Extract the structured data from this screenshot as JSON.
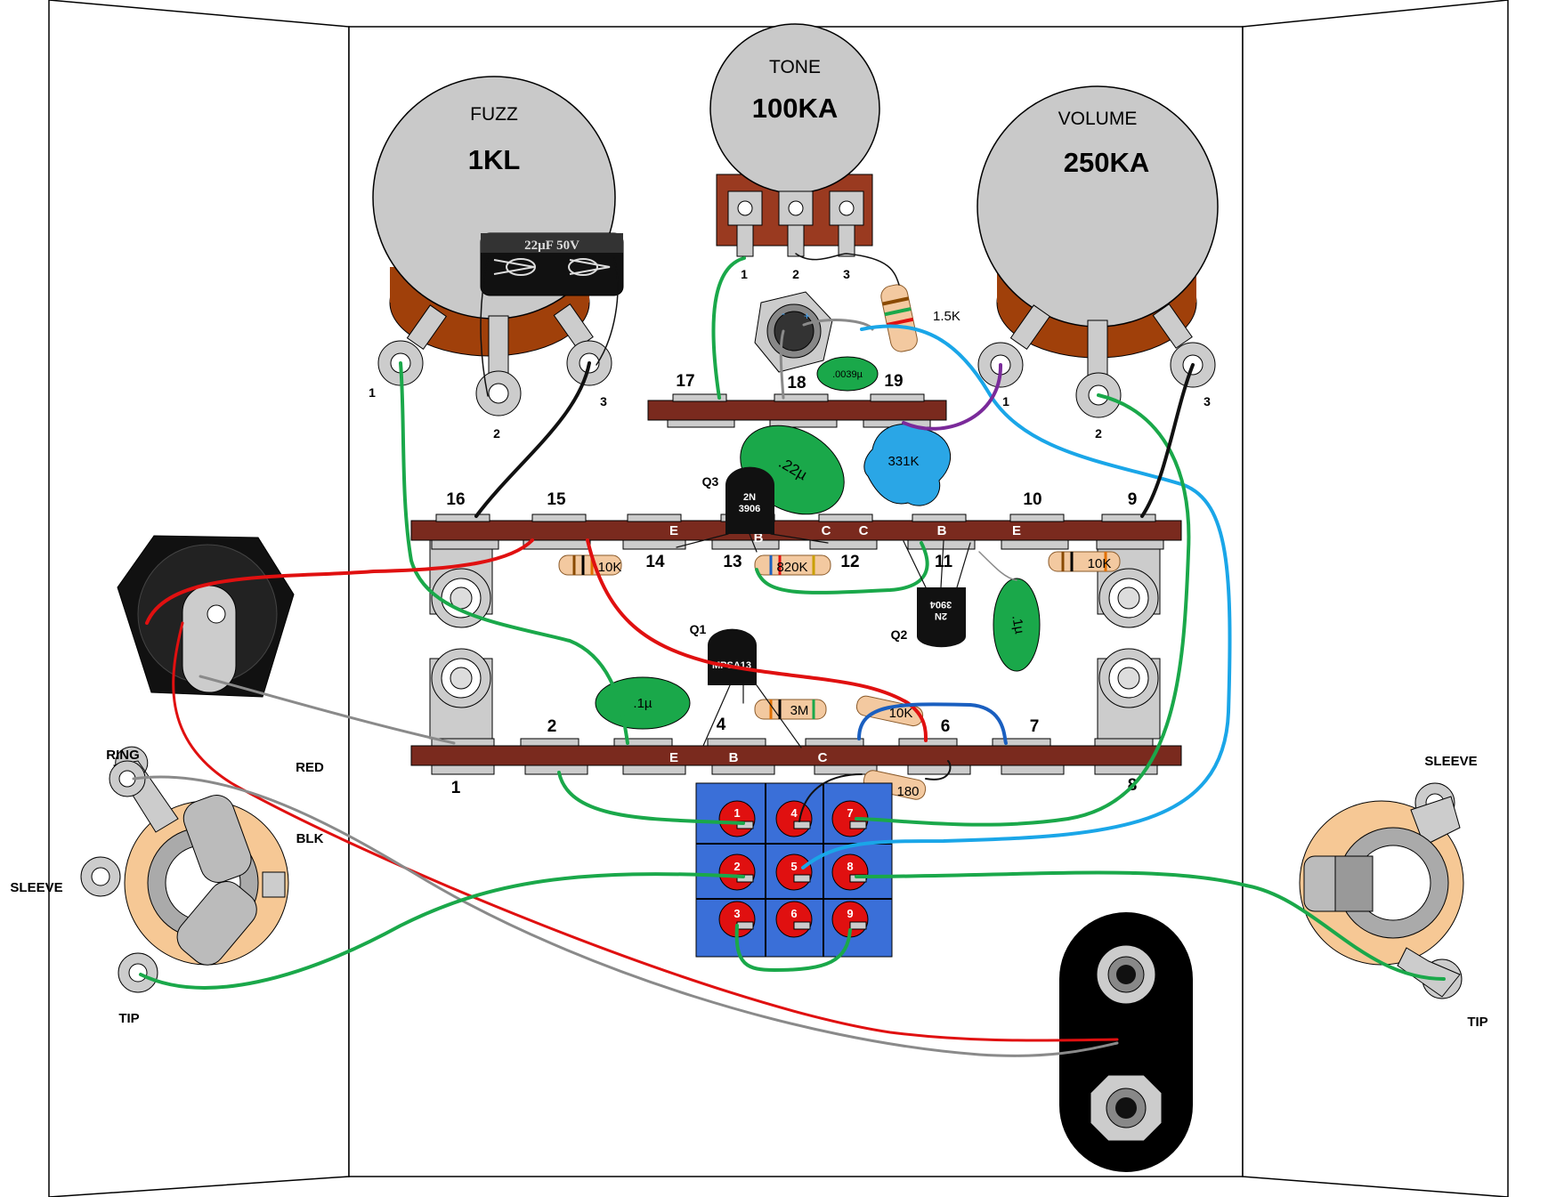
{
  "pots": {
    "fuzz": {
      "name": "FUZZ",
      "value": "1KL",
      "lug1": "1",
      "lug2": "2",
      "lug3": "3"
    },
    "tone": {
      "name": "TONE",
      "value": "100KA",
      "lug1": "1",
      "lug2": "2",
      "lug3": "3"
    },
    "volume": {
      "name": "VOLUME",
      "value": "250KA",
      "lug1": "1",
      "lug2": "2",
      "lug3": "3"
    }
  },
  "electrolytic": "22µF 50V",
  "components": {
    "r_1k5": "1.5K",
    "cap_0039": ".0039µ",
    "cap_22": ".22µ",
    "cap_331k": "331K",
    "r_10k_a": "10K",
    "r_820k": "820K",
    "r_10k_b": "10K",
    "cap_1_right": ".1µ",
    "cap_1_left": ".1µ",
    "r_3m": "3M",
    "r_10k_c": "10K",
    "r_180": "180"
  },
  "transistors": {
    "q3": {
      "ref": "Q3",
      "part_top": "2N",
      "part_bottom": "3906"
    },
    "q2": {
      "ref": "Q2",
      "part_top": "2N",
      "part_bottom": "3904"
    },
    "q1": {
      "ref": "Q1",
      "part": "MPSA13"
    }
  },
  "board_top_numbers": [
    "17",
    "18",
    "19"
  ],
  "board_mid_numbers": [
    "16",
    "15",
    "14",
    "13",
    "12",
    "11",
    "10",
    "9"
  ],
  "board_bottom_numbers": [
    "1",
    "2",
    "4",
    "6",
    "7",
    "8"
  ],
  "pad_labels": {
    "e1": "E",
    "b1": "B",
    "c1": "C",
    "c2": "C",
    "b2": "B",
    "e2": "E",
    "e3": "E",
    "b3": "B",
    "c3": "C"
  },
  "switch_pins": [
    "1",
    "4",
    "7",
    "2",
    "5",
    "8",
    "3",
    "6",
    "9"
  ],
  "jack_labels": {
    "ring": "RING",
    "red": "RED",
    "blk": "BLK",
    "sleeve_left": "SLEEVE",
    "tip_left": "TIP",
    "sleeve_right": "SLEEVE",
    "tip_right": "TIP"
  },
  "colors": {
    "wire_green": "#1aa84a",
    "wire_red": "#e01010",
    "wire_black": "#111111",
    "wire_blue": "#1aa6e8",
    "wire_gray": "#8a8a8a",
    "wire_purple": "#7a2a9a",
    "wire_darkblue": "#1a5fc0",
    "board": "#7a2a1e",
    "pot_body": "#c9c9c9",
    "pot_base": "#a0400a",
    "switch_blue": "#3a6fd8",
    "cap_green": "#1aa84a",
    "cap_blue": "#2aa6e6"
  }
}
